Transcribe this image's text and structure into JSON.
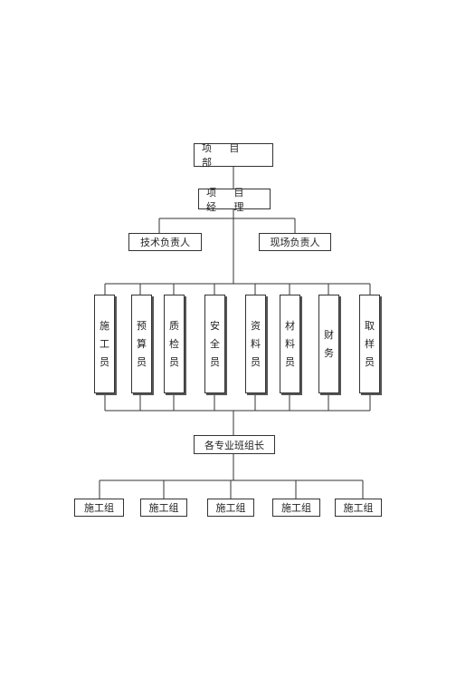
{
  "top": {
    "label": "项 目 部"
  },
  "manager": {
    "label": "项 目 经 理"
  },
  "leads": [
    {
      "label": "技术负责人"
    },
    {
      "label": "现场负责人"
    }
  ],
  "staff": [
    {
      "chars": [
        "施",
        "工",
        "员"
      ]
    },
    {
      "chars": [
        "预",
        "算",
        "员"
      ]
    },
    {
      "chars": [
        "质",
        "检",
        "员"
      ]
    },
    {
      "chars": [
        "安",
        "全",
        "员"
      ]
    },
    {
      "chars": [
        "资",
        "料",
        "员"
      ]
    },
    {
      "chars": [
        "材",
        "料",
        "员"
      ]
    },
    {
      "chars": [
        "财",
        "务"
      ]
    },
    {
      "chars": [
        "取",
        "样",
        "员"
      ]
    }
  ],
  "foreman": {
    "label": "各专业班组长"
  },
  "teams": [
    {
      "label": "施工组"
    },
    {
      "label": "施工组"
    },
    {
      "label": "施工组"
    },
    {
      "label": "施工组"
    },
    {
      "label": "施工组"
    }
  ]
}
